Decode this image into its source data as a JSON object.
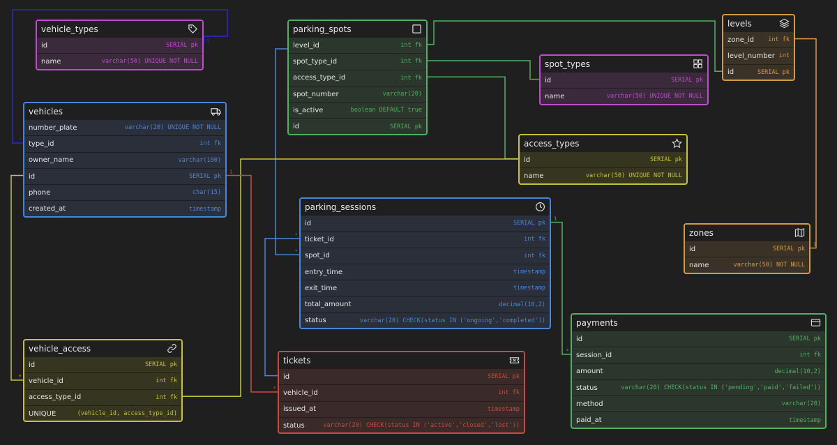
{
  "tables": [
    {
      "key": "vehicle_types",
      "name": "vehicle_types",
      "icon": "tag-icon",
      "color": "#c04ad0",
      "bg": "#3a2a3b",
      "cols": [
        {
          "n": "id",
          "t": "SERIAL pk"
        },
        {
          "n": "name",
          "t": "varchar(50) UNIQUE NOT NULL"
        }
      ]
    },
    {
      "key": "vehicles",
      "name": "vehicles",
      "icon": "truck-icon",
      "color": "#4a86d8",
      "bg": "#2a2f3a",
      "cols": [
        {
          "n": "number_plate",
          "t": "varchar(20) UNIQUE NOT NULL"
        },
        {
          "n": "type_id",
          "t": "int fk"
        },
        {
          "n": "owner_name",
          "t": "varchar(100)"
        },
        {
          "n": "id",
          "t": "SERIAL pk"
        },
        {
          "n": "phone",
          "t": "char(15)"
        },
        {
          "n": "created_at",
          "t": "timestamp"
        }
      ]
    },
    {
      "key": "parking_spots",
      "name": "parking_spots",
      "icon": "square-icon",
      "color": "#52b060",
      "bg": "#2b372c",
      "cols": [
        {
          "n": "level_id",
          "t": "int fk"
        },
        {
          "n": "spot_type_id",
          "t": "int fk"
        },
        {
          "n": "access_type_id",
          "t": "int fk"
        },
        {
          "n": "spot_number",
          "t": "varchar(20)"
        },
        {
          "n": "is_active",
          "t": "boolean DEFAULT true"
        },
        {
          "n": "id",
          "t": "SERIAL pk"
        }
      ]
    },
    {
      "key": "levels",
      "name": "levels",
      "icon": "layers-icon",
      "color": "#d89a40",
      "bg": "#3a3226",
      "cols": [
        {
          "n": "zone_id",
          "t": "int fk"
        },
        {
          "n": "level_number",
          "t": "int"
        },
        {
          "n": "id",
          "t": "SERIAL pk"
        }
      ]
    },
    {
      "key": "spot_types",
      "name": "spot_types",
      "icon": "grid-icon",
      "color": "#c04ad0",
      "bg": "#3a2a3b",
      "cols": [
        {
          "n": "id",
          "t": "SERIAL pk"
        },
        {
          "n": "name",
          "t": "varchar(50) UNIQUE NOT NULL"
        }
      ]
    },
    {
      "key": "access_types",
      "name": "access_types",
      "icon": "star-icon",
      "color": "#c8c23a",
      "bg": "#36351f",
      "cols": [
        {
          "n": "id",
          "t": "SERIAL pk"
        },
        {
          "n": "name",
          "t": "varchar(50) UNIQUE NOT NULL"
        }
      ]
    },
    {
      "key": "parking_sessions",
      "name": "parking_sessions",
      "icon": "clock-icon",
      "color": "#4a86d8",
      "bg": "#2a2f3a",
      "cols": [
        {
          "n": "id",
          "t": "SERIAL pk"
        },
        {
          "n": "ticket_id",
          "t": "int fk"
        },
        {
          "n": "spot_id",
          "t": "int fk"
        },
        {
          "n": "entry_time",
          "t": "timestamp"
        },
        {
          "n": "exit_time",
          "t": "timestamp"
        },
        {
          "n": "total_amount",
          "t": "decimal(10,2)"
        },
        {
          "n": "status",
          "t": "varchar(20) CHECK(status IN ('ongoing','completed'))"
        }
      ]
    },
    {
      "key": "zones",
      "name": "zones",
      "icon": "map-icon",
      "color": "#d89a40",
      "bg": "#3a3226",
      "cols": [
        {
          "n": "id",
          "t": "SERIAL pk"
        },
        {
          "n": "name",
          "t": "varchar(50) NOT NULL"
        }
      ]
    },
    {
      "key": "vehicle_access",
      "name": "vehicle_access",
      "icon": "link-icon",
      "color": "#c8c23a",
      "bg": "#36351f",
      "cols": [
        {
          "n": "id",
          "t": "SERIAL pk"
        },
        {
          "n": "vehicle_id",
          "t": "int fk"
        },
        {
          "n": "access_type_id",
          "t": "int fk"
        },
        {
          "n": "UNIQUE",
          "t": "(vehicle_id, access_type_id)"
        }
      ]
    },
    {
      "key": "tickets",
      "name": "tickets",
      "icon": "ticket-icon",
      "color": "#d0483c",
      "bg": "#3a2a28",
      "cols": [
        {
          "n": "id",
          "t": "SERIAL pk"
        },
        {
          "n": "vehicle_id",
          "t": "int fk"
        },
        {
          "n": "issued_at",
          "t": "timestamp"
        },
        {
          "n": "status",
          "t": "varchar(20) CHECK(status IN ('active','closed','lost'))"
        }
      ]
    },
    {
      "key": "payments",
      "name": "payments",
      "icon": "card-icon",
      "color": "#52b060",
      "bg": "#2b372c",
      "cols": [
        {
          "n": "id",
          "t": "SERIAL pk"
        },
        {
          "n": "session_id",
          "t": "int fk"
        },
        {
          "n": "amount",
          "t": "decimal(10,2)"
        },
        {
          "n": "status",
          "t": "varchar(20) CHECK(status IN ('pending','paid','failed'))"
        },
        {
          "n": "method",
          "t": "varchar(20)"
        },
        {
          "n": "paid_at",
          "t": "timestamp"
        }
      ]
    }
  ],
  "relationships": [
    {
      "from": "vehicles.type_id",
      "to": "vehicle_types.id",
      "color": "#2a2acc"
    },
    {
      "from": "parking_spots.level_id",
      "to": "levels.id",
      "color": "#52b060"
    },
    {
      "from": "parking_spots.spot_type_id",
      "to": "spot_types.id",
      "color": "#52b060"
    },
    {
      "from": "parking_spots.access_type_id",
      "to": "access_types.id",
      "color": "#52b060"
    },
    {
      "from": "parking_sessions.spot_id",
      "to": "parking_spots.id",
      "color": "#4a86d8"
    },
    {
      "from": "levels.zone_id",
      "to": "zones.id",
      "color": "#d89a40"
    },
    {
      "from": "vehicle_access.vehicle_id",
      "to": "vehicles.id",
      "color": "#c8c23a"
    },
    {
      "from": "vehicle_access.access_type_id",
      "to": "access_types.id",
      "color": "#c8c23a"
    },
    {
      "from": "tickets.vehicle_id",
      "to": "vehicles.id",
      "color": "#d0483c"
    },
    {
      "from": "parking_sessions.ticket_id",
      "to": "tickets.id",
      "color": "#4a86d8"
    },
    {
      "from": "payments.session_id",
      "to": "parking_sessions.id",
      "color": "#52b060"
    }
  ],
  "markers": {
    "one": "1",
    "many": "*"
  }
}
